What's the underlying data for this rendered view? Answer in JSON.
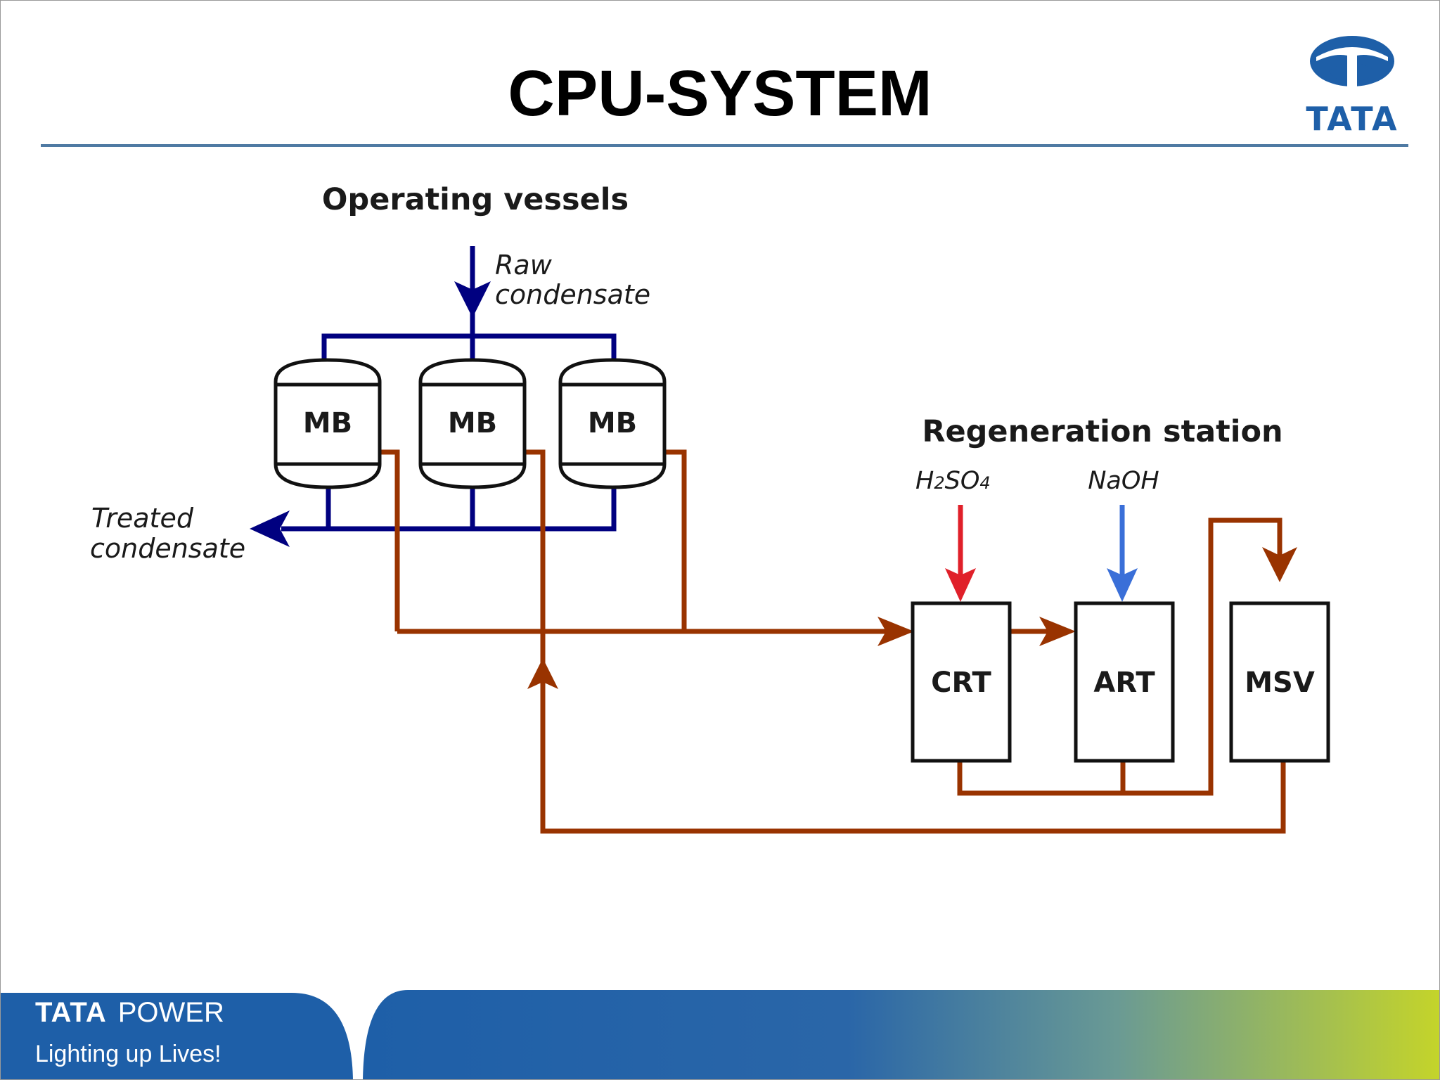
{
  "title": "CPU-SYSTEM",
  "logo": {
    "wordmark": "TATA"
  },
  "diagram": {
    "operating_header": "Operating vessels",
    "regeneration_header": "Regeneration station",
    "raw_condensate": [
      "Raw",
      "condensate"
    ],
    "treated_condensate": [
      "Treated",
      "condensate"
    ],
    "vessels": [
      "MB",
      "MB",
      "MB"
    ],
    "h2so4": {
      "main": "H",
      "sub": "2",
      "rest": "SO",
      "sub2": "4"
    },
    "naoh": "NaOH",
    "tanks": [
      "CRT",
      "ART",
      "MSV"
    ]
  },
  "colors": {
    "condensate_line": "#000080",
    "resin_line": "#993300",
    "acid_arrow": "#e0202a",
    "caustic_arrow": "#3a6fd8",
    "title_rule": "#4f7aa3",
    "footer_blue": "#1e5fa8",
    "footer_green": "#c4d42a"
  },
  "footer": {
    "brand": "TATA",
    "brand_suffix": "POWER",
    "tagline": "Lighting up Lives!"
  }
}
